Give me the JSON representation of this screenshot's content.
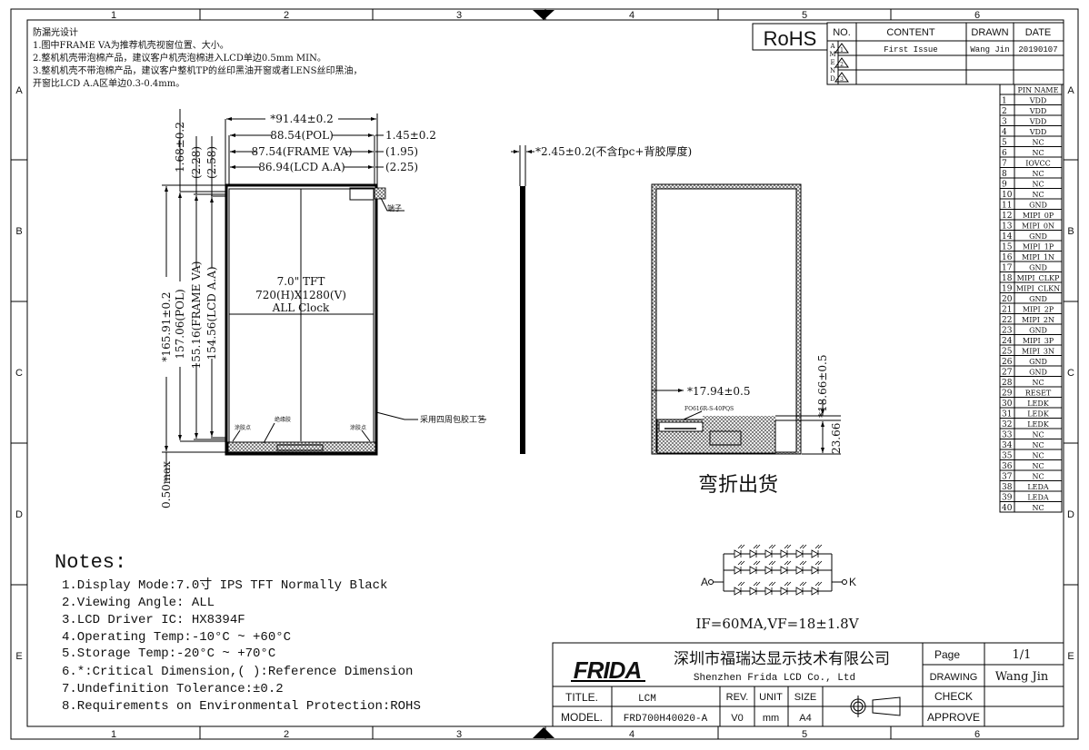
{
  "border": {
    "columns": [
      "1",
      "2",
      "3",
      "4",
      "5",
      "6"
    ],
    "rows": [
      "A",
      "B",
      "C",
      "D",
      "E"
    ]
  },
  "design_notes": {
    "title": "防漏光设计",
    "lines": [
      "1.图中FRAME VA为推荐机壳视窗位置、大小。",
      "2.整机机壳带泡棉产品，建议客户机壳泡棉进入LCD单边0.5mm MIN。",
      "3.整机机壳不带泡棉产品，建议客户整机TP的丝印黑油开窗或者LENS丝印黑油，",
      "开窗比LCD A.A区单边0.3-0.4mm。"
    ]
  },
  "rohs_label": "RoHS",
  "amend_table": {
    "headers": [
      "NO.",
      "CONTENT",
      "DRAWN",
      "DATE"
    ],
    "side_label": [
      "A",
      "M",
      "E",
      "N",
      "D"
    ],
    "rows": [
      {
        "no": "1",
        "content": "First Issue",
        "drawn": "Wang Jin",
        "date": "20190107"
      },
      {
        "no": "2",
        "content": "",
        "drawn": "",
        "date": ""
      },
      {
        "no": "3",
        "content": "",
        "drawn": "",
        "date": ""
      }
    ]
  },
  "pin_table": {
    "header": "PIN NAME",
    "pins": [
      "VDD",
      "VDD",
      "VDD",
      "VDD",
      "NC",
      "NC",
      "IOVCC",
      "NC",
      "NC",
      "NC",
      "GND",
      "MIPI_0P",
      "MIPI_0N",
      "GND",
      "MIPI_1P",
      "MIPI_1N",
      "GND",
      "MIPI_CLKP",
      "MIPI_CLKN",
      "GND",
      "MIPI_2P",
      "MIPI_2N",
      "GND",
      "MIPI_3P",
      "MIPI_3N",
      "GND",
      "GND",
      "NC",
      "RESET",
      "LEDK",
      "LEDK",
      "LEDK",
      "NC",
      "NC",
      "NC",
      "NC",
      "NC",
      "LEDA",
      "LEDA",
      "NC"
    ]
  },
  "front_view": {
    "dims_top": [
      "*91.44±0.2",
      "88.54(POL)",
      "87.54(FRAME VA)",
      "86.94(LCD A.A)"
    ],
    "dims_right": [
      "1.45±0.2",
      "(1.95)",
      "(2.25)"
    ],
    "dims_left_small": [
      "1.68±0.2",
      "(2.28)",
      "(2.58)"
    ],
    "dims_left": [
      "*165.91±0.2",
      "157.06(POL)",
      "155.16(FRAME VA)",
      "154.56(LCD A.A)"
    ],
    "dim_bottom": "0.50max",
    "center_text": [
      "7.0\" TFT",
      "720(H)X1280(V)",
      "ALL Clock"
    ],
    "callout_terminal": "端子",
    "callout_glue_left": "涂胶点",
    "callout_insulation": "绝缘胶",
    "callout_glue_right": "涂胶点",
    "callout_wrap": "采用四周包胶工艺"
  },
  "side_view": {
    "thickness": "*2.45±0.2(不含fpc+背胶厚度)"
  },
  "back_view": {
    "dim_width": "*17.94±0.5",
    "connector": "FO616R-S-40PQS",
    "dim_height": "*18.66±0.5",
    "dim_fpc": "23.66",
    "caption": "弯折出货"
  },
  "led_circuit": {
    "anode": "A",
    "cathode": "K",
    "rows": 3,
    "leds_per_row": 6,
    "spec": "IF=60MA,VF=18±1.8V"
  },
  "notes": {
    "title": "Notes:",
    "items": [
      "1.Display Mode:7.0寸 IPS TFT Normally Black",
      "2.Viewing Angle: ALL",
      "3.LCD Driver IC: HX8394F",
      "4.Operating Temp:-10°C ~ +60°C",
      "5.Storage Temp:-20°C ~ +70°C",
      "6.*:Critical Dimension,( ):Reference Dimension",
      "7.Undefinition Tolerance:±0.2",
      "8.Requirements on Environmental Protection:ROHS"
    ]
  },
  "title_block": {
    "logo": "FRIDA",
    "company_cn": "深圳市福瑞达显示技术有限公司",
    "company_en": "Shenzhen Frida LCD Co., Ltd",
    "page_label": "Page",
    "page_value": "1/1",
    "drawing_label": "DRAWING",
    "drawing_value": "Wang Jin",
    "check_label": "CHECK",
    "check_value": "",
    "approve_label": "APPROVE",
    "approve_value": "",
    "title_label": "TITLE.",
    "title_value": "LCM",
    "model_label": "MODEL.",
    "model_value": "FRD700H40020-A",
    "rev_label": "REV.",
    "rev_value": "V0",
    "unit_label": "UNIT",
    "unit_value": "mm",
    "size_label": "SIZE",
    "size_value": "A4"
  }
}
